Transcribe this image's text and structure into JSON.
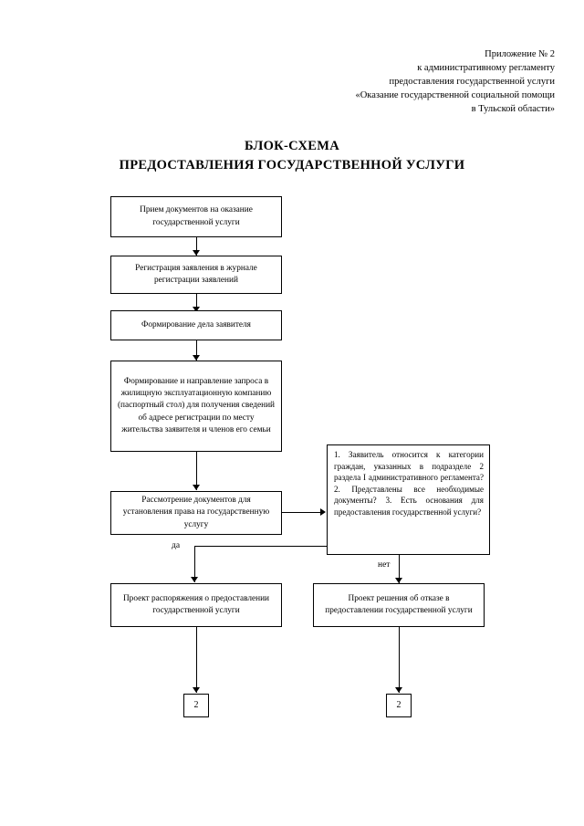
{
  "document": {
    "header": [
      "Приложение № 2",
      "к административному регламенту",
      "предоставления государственной услуги",
      "«Оказание государственной социальной помощи",
      "в Тульской области»"
    ],
    "title_line_1": "БЛОК-СХЕМА",
    "title_line_2": "ПРЕДОСТАВЛЕНИЯ ГОСУДАРСТВЕННОЙ УСЛУГИ"
  },
  "flow": {
    "nodes": {
      "intake": "Прием документов на оказание государственной услуги",
      "registration": "Регистрация заявления в журнале регистрации заявлений",
      "case_formation": "Формирование дела заявителя",
      "request": "Формирование и направление запроса в жилищную эксплуатационную компанию (паспортный стол) для получения сведений об адресе регистрации по месту жительства заявителя и членов его семьи",
      "review": "Рассмотрение документов для установления права на государственную услугу",
      "decision": "1. Заявитель относится к категории граждан, указанных в подразделе 2 раздела I административного регламента? 2. Представлены все необходимые документы? 3. Есть основания для предоставления государственной услуги?",
      "approve": "Проект распоряжения о предоставлении государственной услуги",
      "refuse": "Проект решения об отказе в предоставлении государственной услуги",
      "terminal_left": "2",
      "terminal_right": "2"
    },
    "edge_labels": {
      "yes": "да",
      "no": "нет"
    }
  },
  "colors": {
    "ink": "#000000",
    "page": "#ffffff",
    "shadow": "#b8b8b8"
  }
}
